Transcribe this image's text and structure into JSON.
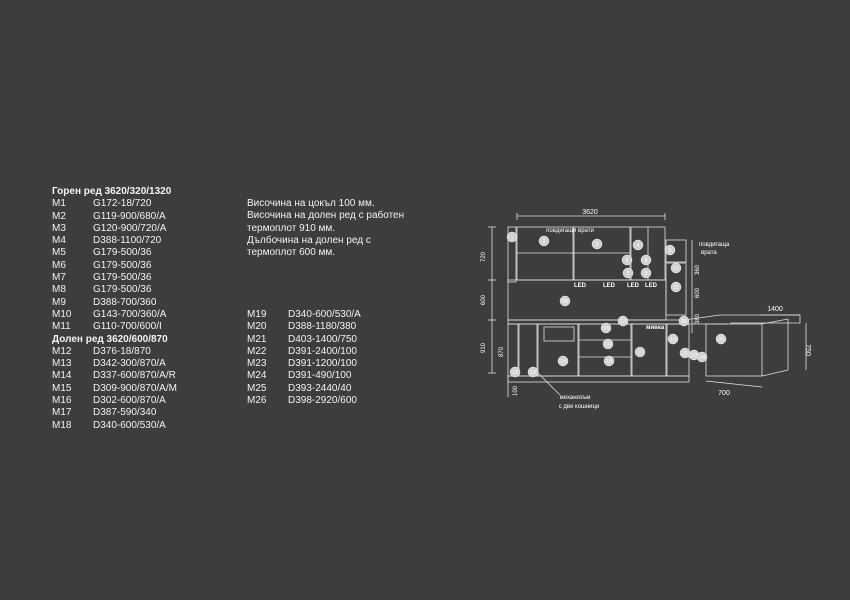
{
  "upper": {
    "heading": "Горен ред 3620/320/1320",
    "items": [
      {
        "code": "M1",
        "value": "G172-18/720"
      },
      {
        "code": "M2",
        "value": "G119-900/680/A"
      },
      {
        "code": "M3",
        "value": "G120-900/720/A"
      },
      {
        "code": "M4",
        "value": "D388-1100/720"
      },
      {
        "code": "M5",
        "value": "G179-500/36"
      },
      {
        "code": "M6",
        "value": "G179-500/36"
      },
      {
        "code": "M7",
        "value": "G179-500/36"
      },
      {
        "code": "M8",
        "value": "G179-500/36"
      },
      {
        "code": "M9",
        "value": "D388-700/360"
      },
      {
        "code": "M10",
        "value": "G143-700/360/A"
      },
      {
        "code": "M11",
        "value": "G110-700/600/I"
      }
    ]
  },
  "lower": {
    "heading": "Долен ред 3620/600/870",
    "items": [
      {
        "code": "M12",
        "value": "D376-18/870"
      },
      {
        "code": "M13",
        "value": "D342-300/870/A"
      },
      {
        "code": "M14",
        "value": "D337-600/870/A/R"
      },
      {
        "code": "M15",
        "value": "D309-900/870/A/M"
      },
      {
        "code": "M16",
        "value": "D302-600/870/A"
      },
      {
        "code": "M17",
        "value": "D387-590/340"
      },
      {
        "code": "M18",
        "value": "D340-600/530/A"
      }
    ]
  },
  "lower_cont": {
    "items": [
      {
        "code": "M19",
        "value": "D340-600/530/A"
      },
      {
        "code": "M20",
        "value": "D388-1180/380"
      },
      {
        "code": "M21",
        "value": "D403-1400/750"
      },
      {
        "code": "M22",
        "value": "D391-2400/100"
      },
      {
        "code": "M23",
        "value": "D391-1200/100"
      },
      {
        "code": "M24",
        "value": "D391-490/100"
      },
      {
        "code": "M25",
        "value": "D393-2440/40"
      },
      {
        "code": "M26",
        "value": "D398-2920/600"
      }
    ]
  },
  "notes": {
    "line1": "Височина на цокъл 100 мм.",
    "line2": "Височина на долен ред с работен",
    "line3": "термоплот 910 мм.",
    "line4": "Дълбочина на долен ред с",
    "line5": "термоплот 600 мм."
  },
  "drawing": {
    "dim_width": "3620",
    "dim_720": "720",
    "dim_600": "600",
    "dim_910": "910",
    "dim_100": "100",
    "dim_360": "360",
    "dim_600b": "600",
    "dim_380": "380",
    "dim_870": "870",
    "dim_1400": "1400",
    "dim_750": "750",
    "dim_700": "700",
    "label_lift_doors": "повдигащи врати",
    "label_lift_door_1": "повдигаща",
    "label_lift_door_2": "врата",
    "label_sink": "мивка",
    "label_mech_1": "механизъм",
    "label_mech_2": "с две кошници",
    "led_1": "LED",
    "led_2": "LED",
    "led_3": "LED",
    "led_4": "LED",
    "markers": [
      "1",
      "2",
      "3",
      "4",
      "5",
      "6",
      "7",
      "8",
      "9",
      "10",
      "11",
      "12",
      "13",
      "14",
      "15",
      "16",
      "17",
      "18",
      "19",
      "20",
      "21",
      "22",
      "23",
      "24",
      "25",
      "26"
    ]
  },
  "colors": {
    "background": "#3d3d3e",
    "line": "#e8e8e8",
    "text": "#f2f2f2"
  }
}
